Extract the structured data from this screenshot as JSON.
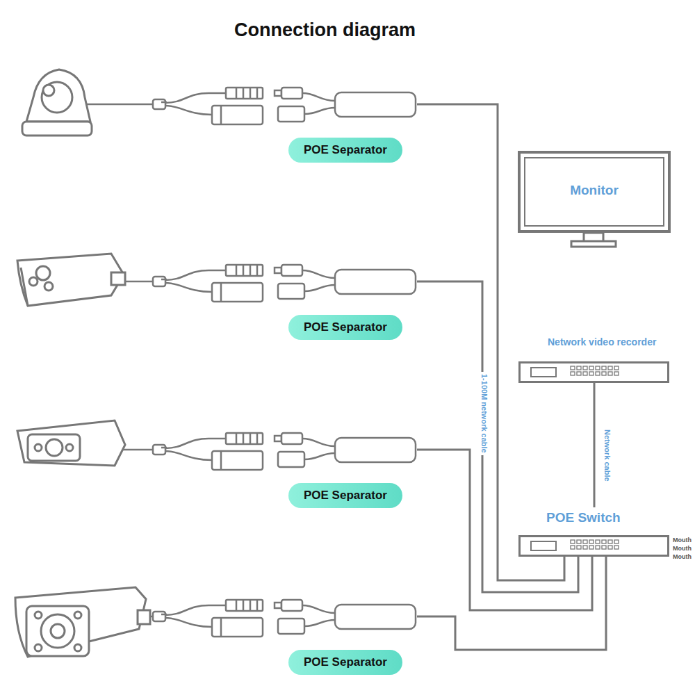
{
  "diagram": {
    "title": "Connection diagram",
    "nodes": [
      {
        "text": [
          "POE Separator"
        ]
      },
      {
        "text": [
          "Monitor"
        ]
      },
      {
        "text": [
          "POE Separator"
        ]
      },
      {
        "text": [
          "Network video recorder"
        ]
      },
      {
        "text": [
          "POE Separator"
        ]
      },
      {
        "text": [
          "POE Switch"
        ]
      },
      {
        "text": [
          "POE Separator"
        ]
      }
    ],
    "edges": [
      {
        "from": 0,
        "to": 5,
        "arrow": "none"
      },
      {
        "from": 2,
        "to": 5,
        "label": "1-100M network cable",
        "arrow": "none"
      },
      {
        "from": 4,
        "to": 5,
        "arrow": "none"
      },
      {
        "from": 6,
        "to": 5,
        "arrow": "none"
      },
      {
        "from": 3,
        "to": 5,
        "label": "Network cable",
        "arrow": "none"
      }
    ],
    "labels": [
      "Mouth",
      "Mouth",
      "Mouth"
    ]
  }
}
